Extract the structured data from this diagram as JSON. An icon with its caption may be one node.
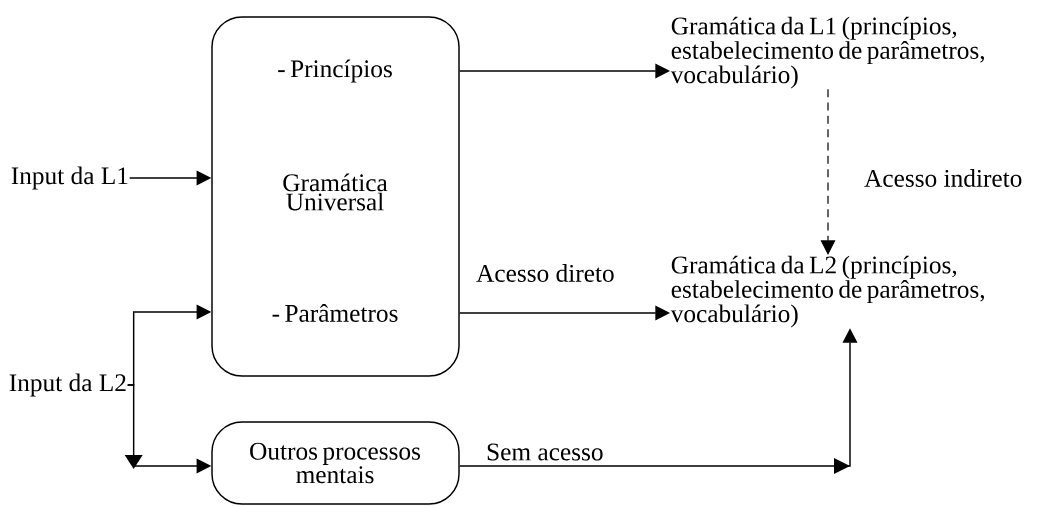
{
  "diagram": {
    "nodes": [
      {
        "text": [
          "- Princípios",
          "Gramática Universal",
          "- Parâmetros"
        ]
      },
      {
        "text": [
          "Outros processos mentais"
        ]
      },
      {
        "text": [
          "Input da L1"
        ]
      },
      {
        "text": [
          "Input da L2"
        ]
      },
      {
        "text": [
          "Gramática da L1 (princípios, estabelecimento de parâmetros, vocabulário)"
        ]
      },
      {
        "text": [
          "Gramática da L2 (princípios, estabelecimento de parâmetros, vocabulário)"
        ]
      }
    ],
    "edges": [
      {
        "from": 2,
        "to": 0,
        "arrow": "to"
      },
      {
        "from": 3,
        "to": 0,
        "arrow": "to"
      },
      {
        "from": 3,
        "to": 1,
        "arrow": "to"
      },
      {
        "from": 0,
        "to": 4,
        "arrow": "to"
      },
      {
        "from": 0,
        "to": 5,
        "arrow": "to",
        "label": "Acesso direto"
      },
      {
        "from": 4,
        "to": 5,
        "arrow": "to",
        "style": "dashed",
        "label": "Acesso indireto"
      },
      {
        "from": 1,
        "to": 5,
        "arrow": "to",
        "label": "Sem acesso"
      }
    ]
  }
}
